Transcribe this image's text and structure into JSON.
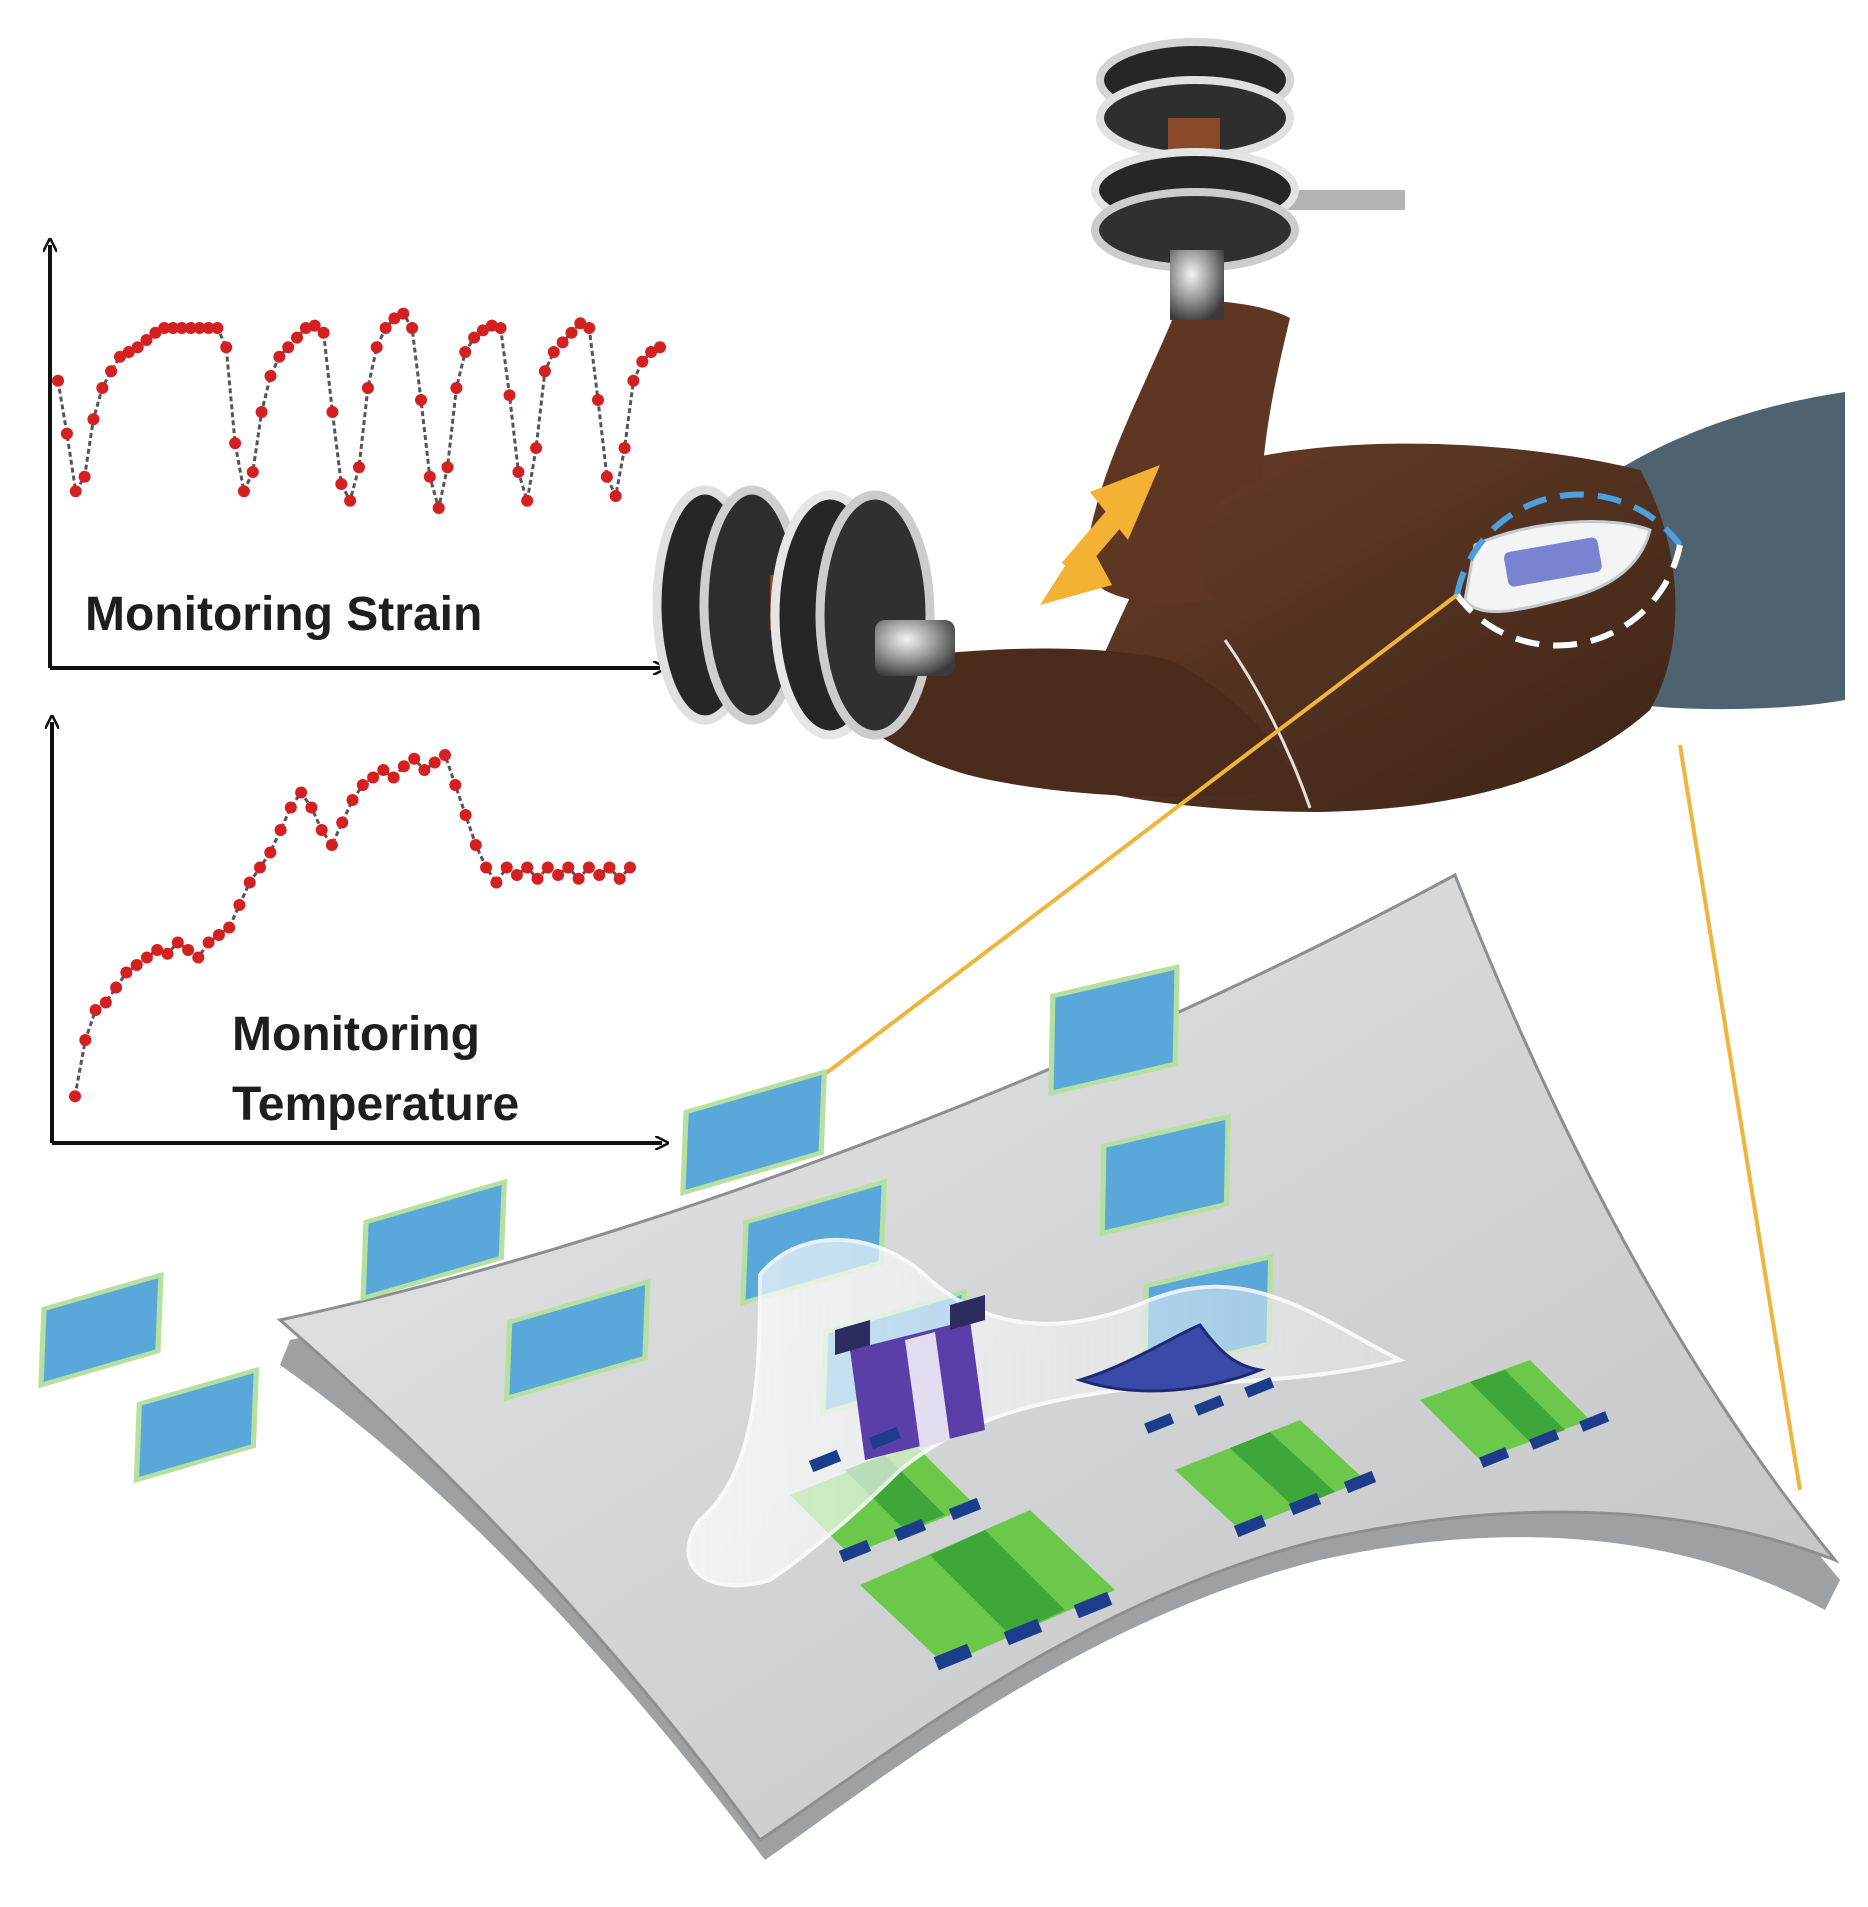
{
  "labels": {
    "strain": "Monitoring Strain",
    "temperature_line1": "Monitoring",
    "temperature_line2": "Temperature"
  },
  "colors": {
    "signal": "#d42020",
    "signal_line": "#555555",
    "axis": "#111111",
    "arrow": "#f3b233",
    "callout_line": "#f0b43c",
    "skin": "#5a3320",
    "sleeve": "#4f6270",
    "film": "#d4d6d8",
    "sensor_blue": "#5aa7da",
    "sensor_green": "#6cc84a",
    "electrode": "#1c3c8c",
    "dashed_circle_blue": "#4d9fe0",
    "dashed_circle_white": "#ffffff"
  },
  "chart_data": [
    {
      "type": "line",
      "title": "Monitoring Strain",
      "xlabel": "",
      "ylabel": "",
      "ticks": "none",
      "grid": false,
      "series": [
        {
          "values": [
            0.58,
            0.36,
            0.12,
            0.18,
            0.42,
            0.55,
            0.62,
            0.68,
            0.7,
            0.72,
            0.75,
            0.78,
            0.8,
            0.8,
            0.8,
            0.8,
            0.8,
            0.8,
            0.8,
            0.72,
            0.32,
            0.12,
            0.2,
            0.45,
            0.6,
            0.68,
            0.72,
            0.76,
            0.8,
            0.81,
            0.78,
            0.45,
            0.15,
            0.08,
            0.22,
            0.55,
            0.72,
            0.8,
            0.84,
            0.86,
            0.8,
            0.5,
            0.18,
            0.05,
            0.22,
            0.55,
            0.7,
            0.76,
            0.79,
            0.81,
            0.8,
            0.52,
            0.2,
            0.08,
            0.3,
            0.62,
            0.7,
            0.74,
            0.78,
            0.82,
            0.8,
            0.5,
            0.18,
            0.1,
            0.3,
            0.58,
            0.66,
            0.7,
            0.72
          ]
        }
      ]
    },
    {
      "type": "line",
      "title": "Monitoring Temperature",
      "xlabel": "",
      "ylabel": "",
      "ticks": "none",
      "grid": false,
      "series": [
        {
          "values": [
            0.05,
            0.2,
            0.28,
            0.3,
            0.34,
            0.38,
            0.4,
            0.42,
            0.44,
            0.43,
            0.46,
            0.44,
            0.42,
            0.46,
            0.48,
            0.5,
            0.56,
            0.62,
            0.66,
            0.7,
            0.76,
            0.82,
            0.86,
            0.82,
            0.76,
            0.72,
            0.78,
            0.84,
            0.88,
            0.9,
            0.92,
            0.9,
            0.93,
            0.95,
            0.92,
            0.94,
            0.96,
            0.88,
            0.8,
            0.72,
            0.66,
            0.62,
            0.66,
            0.64,
            0.66,
            0.63,
            0.66,
            0.64,
            0.66,
            0.63,
            0.66,
            0.64,
            0.66,
            0.63,
            0.66
          ]
        }
      ]
    }
  ]
}
